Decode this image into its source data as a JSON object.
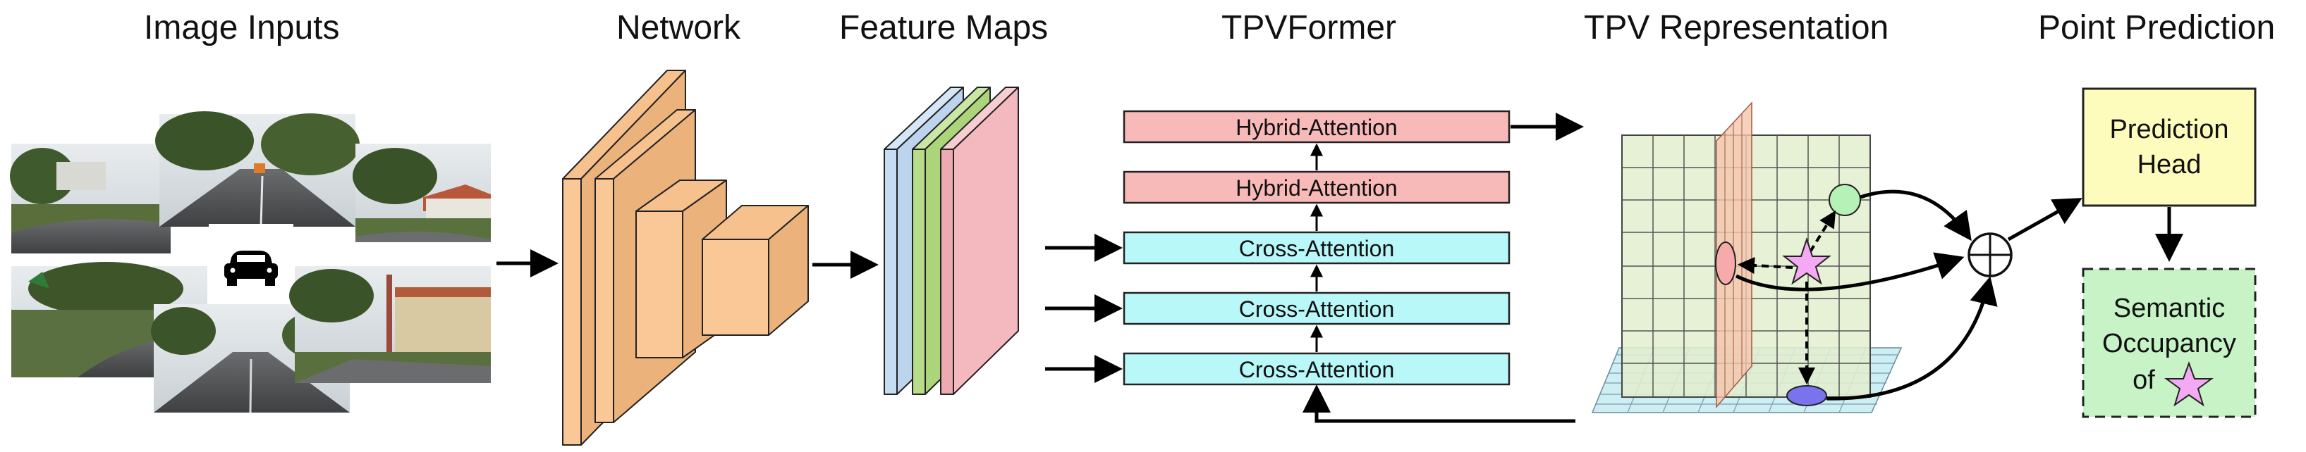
{
  "headers": {
    "image_inputs": "Image Inputs",
    "network": "Network",
    "feature_maps": "Feature Maps",
    "tpvformer": "TPVFormer",
    "tpv_representation": "TPV Representation",
    "point_prediction": "Point Prediction"
  },
  "tpvformer_blocks": [
    "Hybrid-Attention",
    "Hybrid-Attention",
    "Cross-Attention",
    "Cross-Attention",
    "Cross-Attention"
  ],
  "prediction_head": {
    "line1": "Prediction",
    "line2": "Head"
  },
  "semantic_box": {
    "line1": "Semantic",
    "line2": "Occupancy",
    "line3": "of"
  },
  "icons": {
    "car": "car-icon",
    "sum": "circled-plus-icon",
    "star": "star-icon"
  },
  "colors": {
    "network": "#f9c896",
    "feature_blue": "#c5dcf3",
    "feature_green": "#b8dc8a",
    "feature_pink": "#f3b9be",
    "hybrid": "#f8b9b9",
    "cross": "#b9f8f8",
    "tpv_grid": "#e3efcf",
    "prediction_head": "#fefcbd",
    "semantic": "#c7f3c7",
    "star": "#f4aaf2"
  }
}
